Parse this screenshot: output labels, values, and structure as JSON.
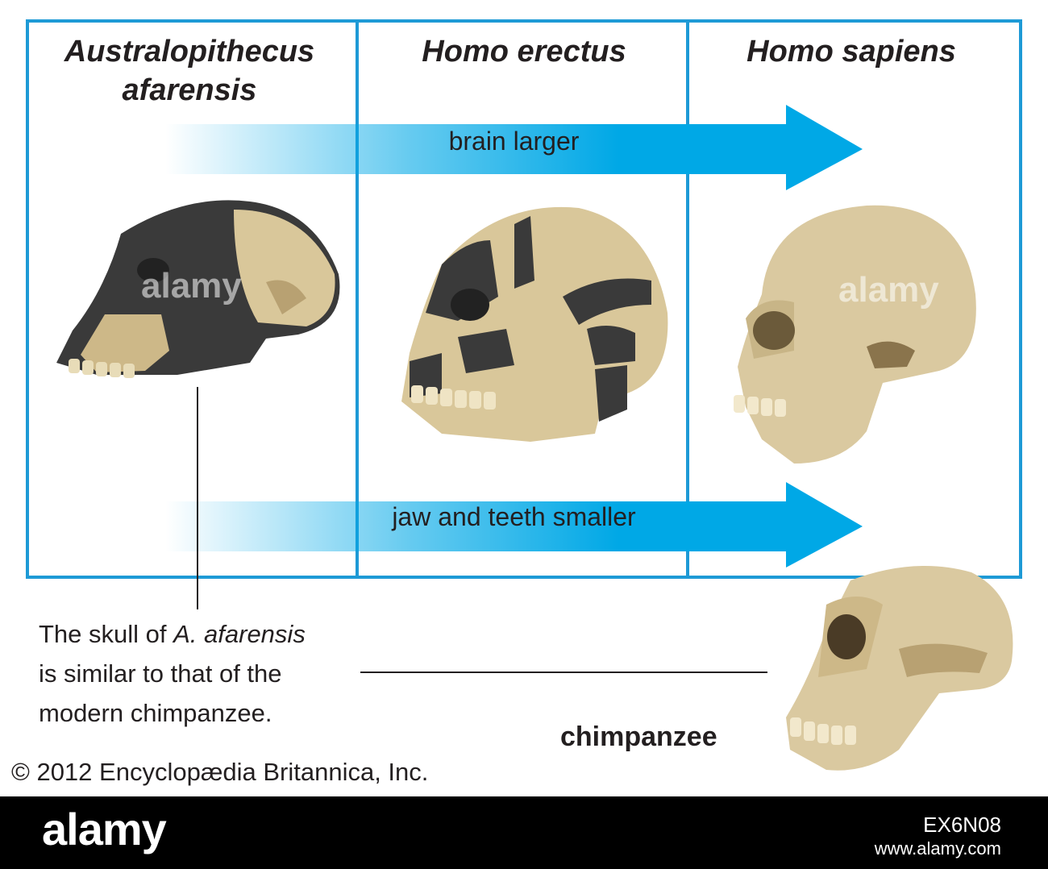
{
  "species": [
    {
      "line1": "Australopithecus",
      "line2": "afarensis"
    },
    {
      "line1": "Homo erectus",
      "line2": ""
    },
    {
      "line1": "Homo sapiens",
      "line2": ""
    }
  ],
  "arrows": {
    "brain": "brain larger",
    "jaw": "jaw and teeth smaller"
  },
  "caption": {
    "part1": "The skull of ",
    "italic": "A. afarensis",
    "line2": "is similar to that of the",
    "line3": "modern chimpanzee."
  },
  "chimp_label": "chimpanzee",
  "copyright": "© 2012 Encyclopædia Britannica, Inc.",
  "footer": {
    "logo": "alamy",
    "image_id": "EX6N08",
    "url": "www.alamy.com"
  },
  "watermark": "alamy",
  "colors": {
    "frame": "#1e9ad6",
    "arrow": "#00a8e6",
    "bone": "#d9c79a",
    "fossil_dark": "#3a3a3a"
  }
}
